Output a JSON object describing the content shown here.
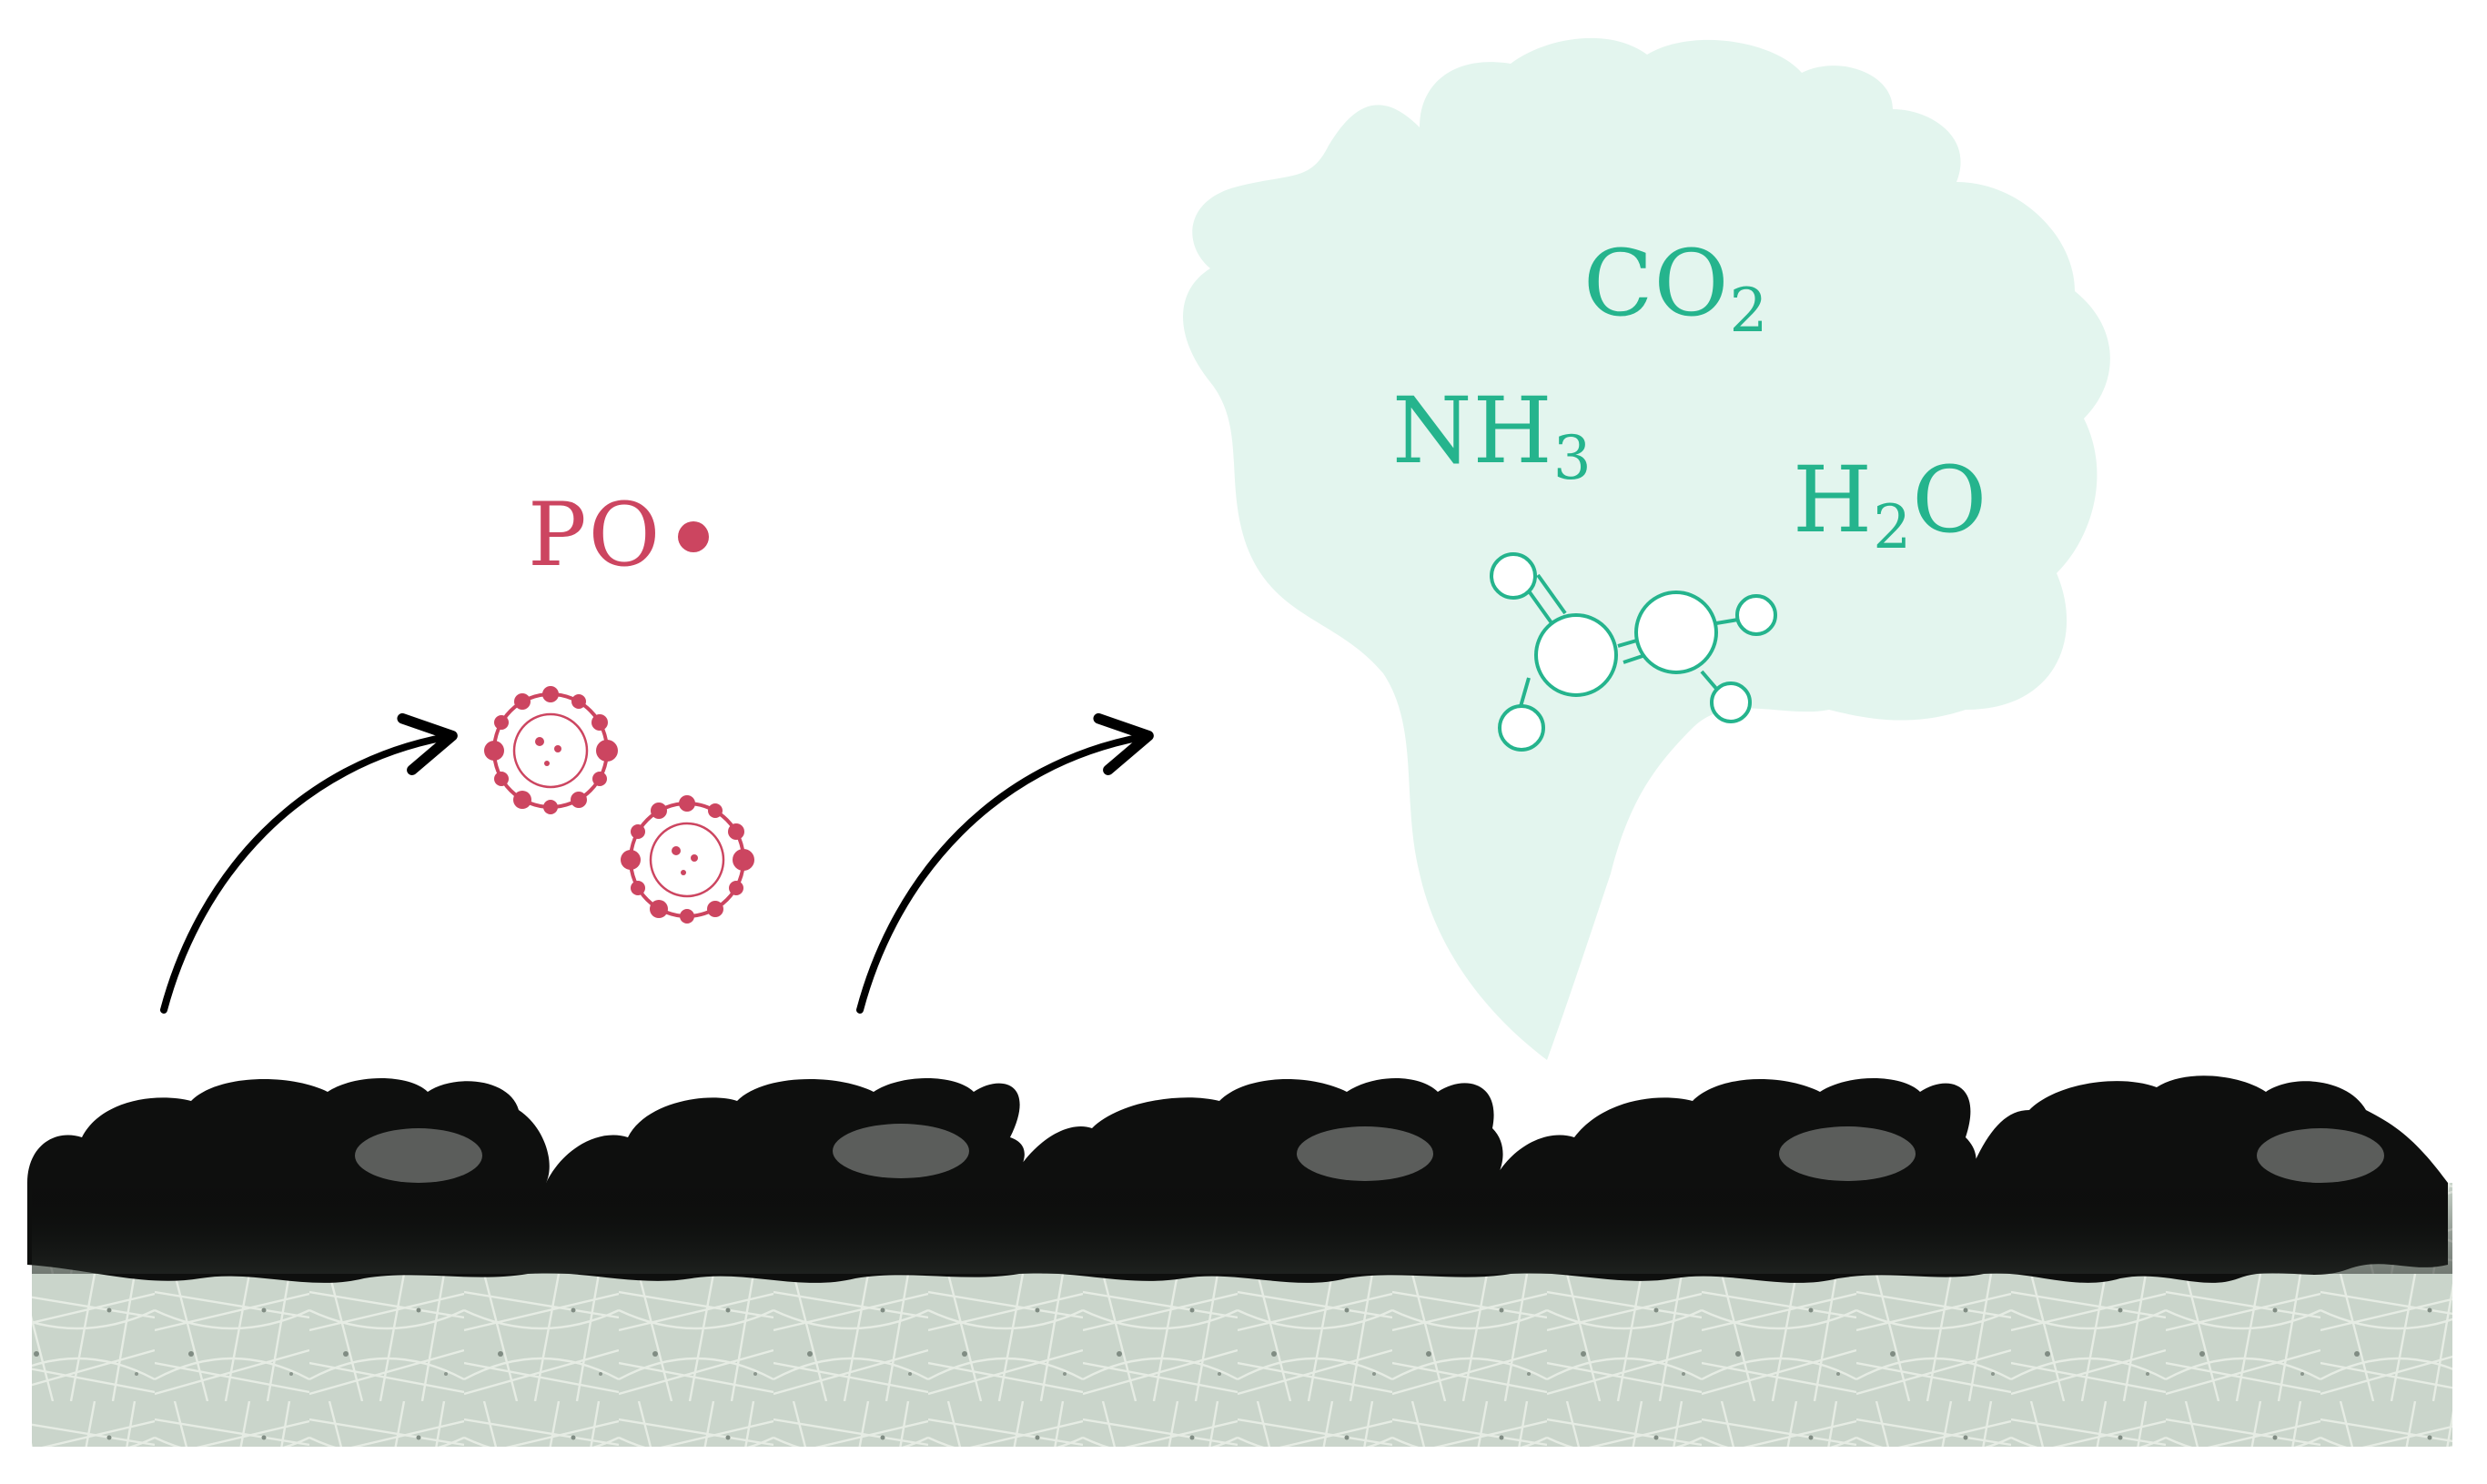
{
  "radical": {
    "label": "PO",
    "color": "#cc4560"
  },
  "gases": {
    "co2": {
      "base": "CO",
      "sub": "2"
    },
    "nh3": {
      "base": "NH",
      "sub": "3"
    },
    "h2o": {
      "pre": "H",
      "sub": "2",
      "post": "O"
    },
    "color": "#25b48d"
  },
  "colors": {
    "cloud": "#e3f5ee",
    "char_layer": "#111111",
    "fabric": "#c6d3c7"
  },
  "icons": [
    "curved-arrow-icon",
    "radical-particle-icon",
    "molecule-icon"
  ]
}
